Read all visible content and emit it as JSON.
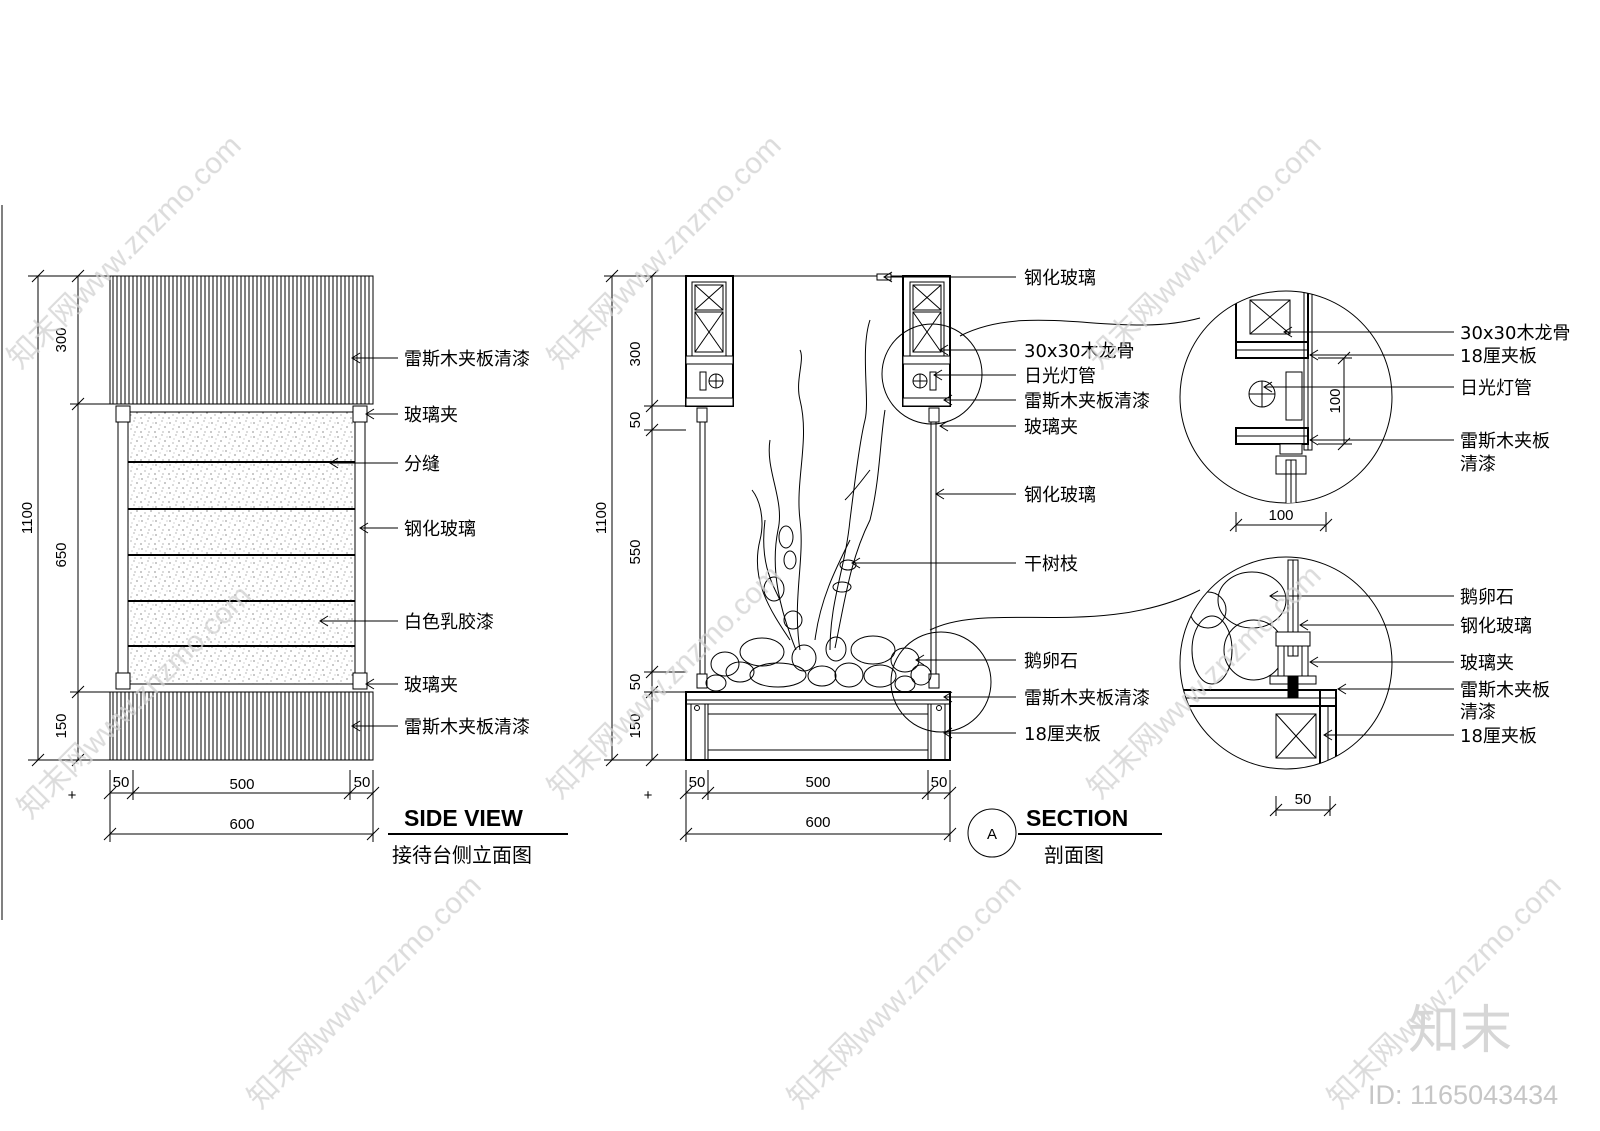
{
  "side_view": {
    "title": "SIDE VIEW",
    "subtitle": "接待台侧立面图",
    "labels": [
      "雷斯木夹板清漆",
      "玻璃夹",
      "分缝",
      "钢化玻璃",
      "白色乳胶漆",
      "玻璃夹",
      "雷斯木夹板清漆"
    ],
    "dims_vertical": [
      "1100",
      "300",
      "650",
      "150"
    ],
    "dims_horizontal": [
      "50",
      "500",
      "50",
      "600"
    ]
  },
  "section": {
    "marker": "A",
    "title": "SECTION",
    "subtitle": "剖面图",
    "labels": [
      "钢化玻璃",
      "30x30木龙骨",
      "日光灯管",
      "雷斯木夹板清漆",
      "玻璃夹",
      "钢化玻璃",
      "干树枝",
      "鹅卵石",
      "雷斯木夹板清漆",
      "18厘夹板"
    ],
    "dims_vertical": [
      "1100",
      "300",
      "50",
      "550",
      "50",
      "150"
    ],
    "dims_horizontal": [
      "50",
      "500",
      "50",
      "600"
    ]
  },
  "detail_top": {
    "labels": [
      "30x30木龙骨",
      "18厘夹板",
      "日光灯管",
      "雷斯木夹板",
      "清漆"
    ],
    "dims": [
      "100",
      "100"
    ]
  },
  "detail_bottom": {
    "labels": [
      "鹅卵石",
      "钢化玻璃",
      "玻璃夹",
      "雷斯木夹板",
      "清漆",
      "18厘夹板"
    ],
    "dims": [
      "50"
    ]
  },
  "watermark": {
    "text": "知末网www.znzmo.com",
    "logo": "知末",
    "id": "ID: 1165043434"
  }
}
